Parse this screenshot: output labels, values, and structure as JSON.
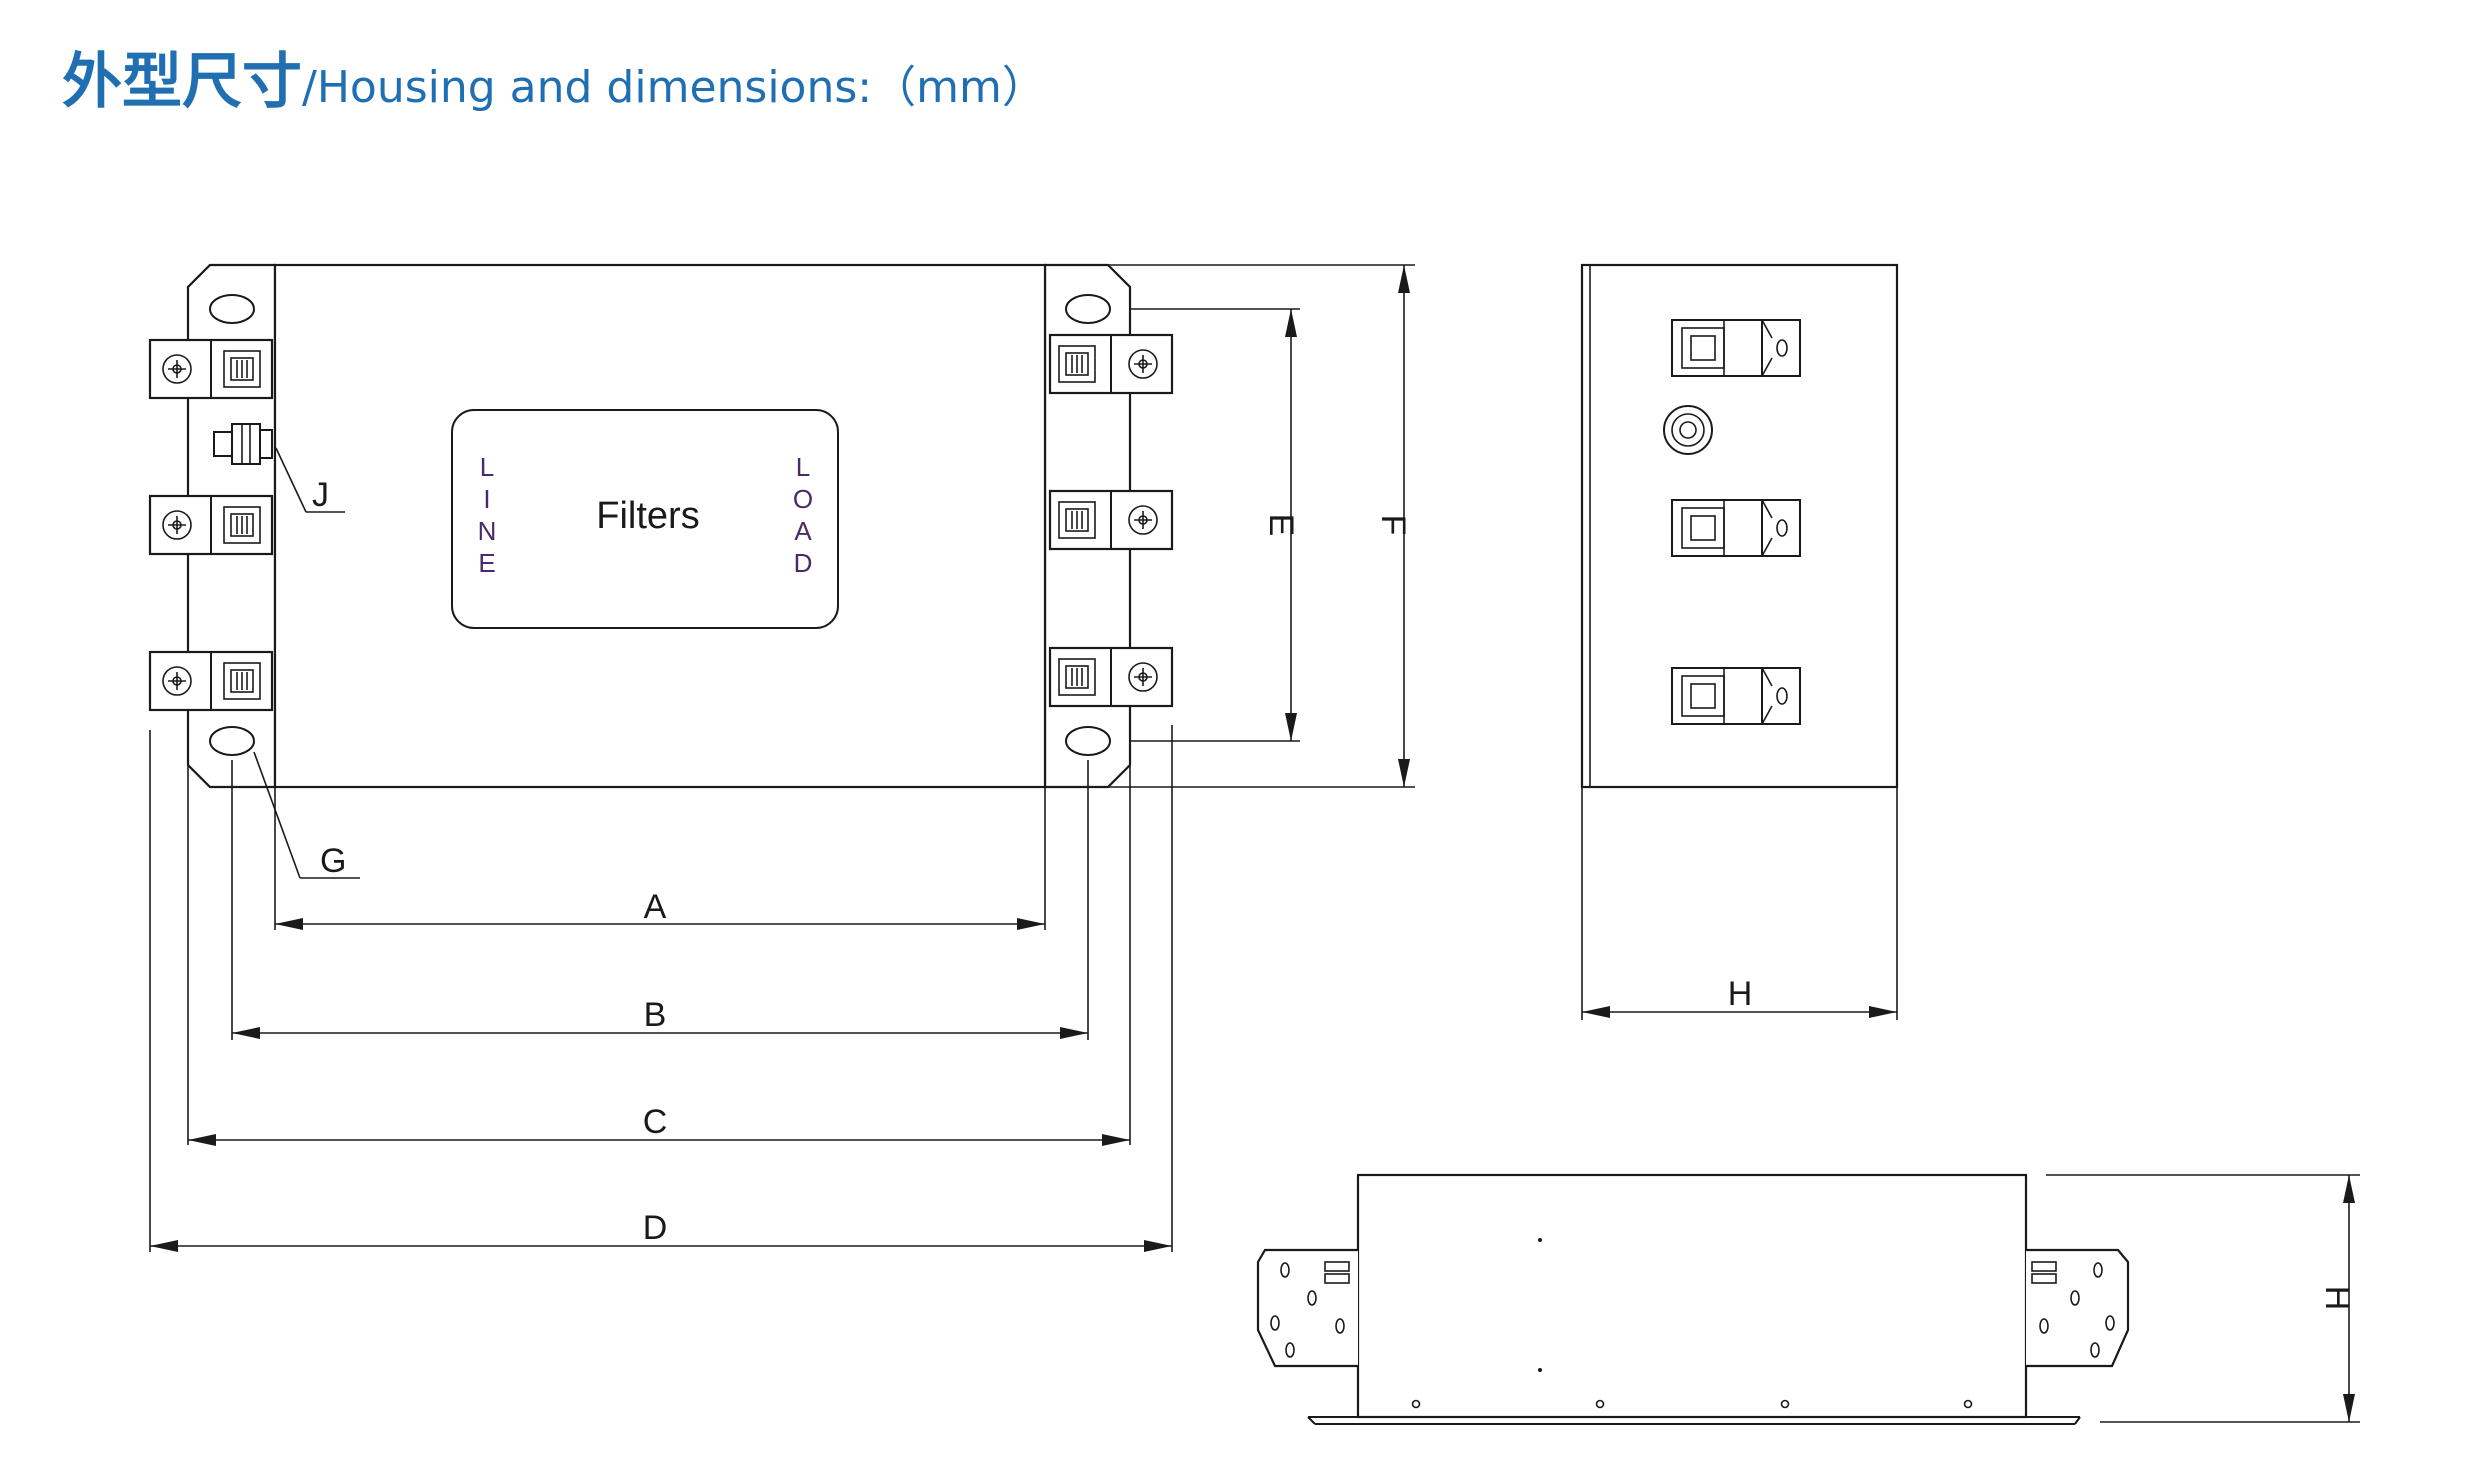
{
  "header": {
    "title_cn": "外型尺寸",
    "title_en": "/Housing and dimensions:（mm）"
  },
  "diagram": {
    "panel_title": "Filters",
    "line_side": [
      "L",
      "I",
      "N",
      "E"
    ],
    "load_side": [
      "L",
      "O",
      "A",
      "D"
    ],
    "dimension_labels": {
      "A": "A",
      "B": "B",
      "C": "C",
      "D": "D",
      "E": "E",
      "F": "F",
      "G": "G",
      "H_side": "H",
      "H_bottom": "H",
      "J": "J"
    },
    "colors": {
      "title": "#1f6fb2",
      "ink": "#1a1a1a",
      "side_letters": "#4a2a6a"
    }
  }
}
